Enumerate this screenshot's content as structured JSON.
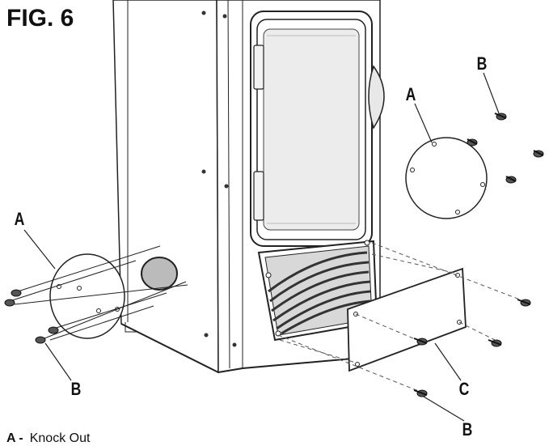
{
  "figure": {
    "title": "FIG. 6"
  },
  "callouts": {
    "a_left": "A",
    "a_right": "A",
    "b_top_right": "B",
    "b_left": "B",
    "b_bottom": "B",
    "c_cover_plate": "C"
  },
  "legend": {
    "a_key": "A -",
    "a_text": "Knock Out"
  },
  "colors": {
    "line": "#222222",
    "fill": "#ffffff",
    "shade": "#dddddd",
    "knockout": "#bbbbbb"
  }
}
